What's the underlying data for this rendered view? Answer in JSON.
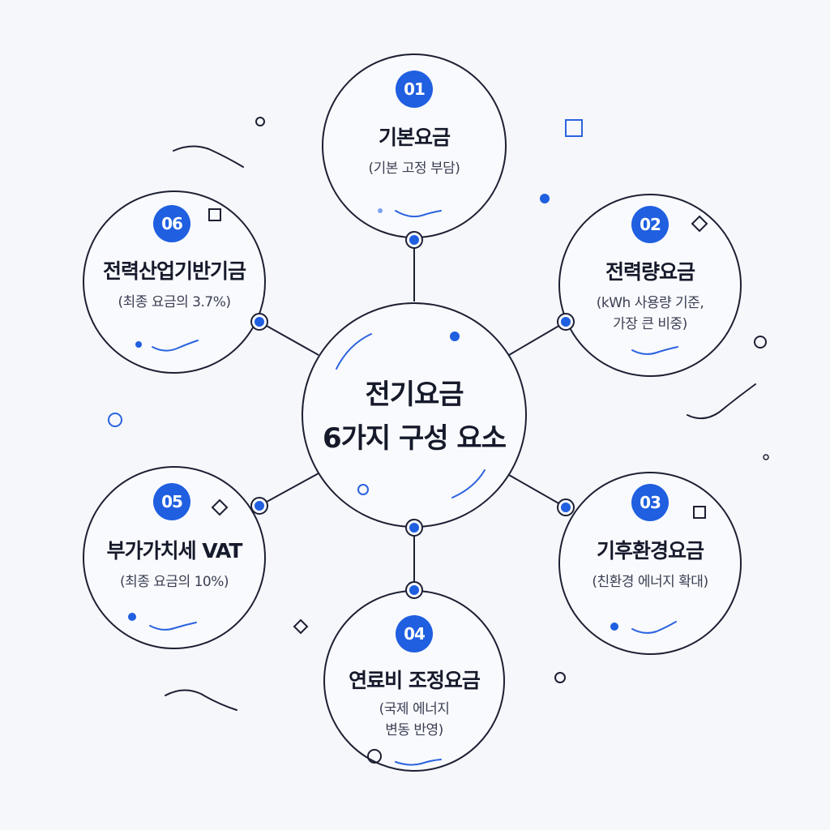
{
  "center": {
    "line1": "전기요금",
    "line2": "6가지 구성 요소"
  },
  "nodes": [
    {
      "num": "01",
      "title": "기본요금",
      "sub1": "(기본 고정 부담)",
      "sub2": ""
    },
    {
      "num": "02",
      "title": "전력량요금",
      "sub1": "(kWh 사용량 기준,",
      "sub2": "가장 큰 비중)"
    },
    {
      "num": "03",
      "title": "기후환경요금",
      "sub1": "(친환경 에너지 확대)",
      "sub2": ""
    },
    {
      "num": "04",
      "title": "연료비 조정요금",
      "sub1": "(국제 에너지",
      "sub2": "변동 반영)"
    },
    {
      "num": "05",
      "title": "부가가치세 VAT",
      "sub1": "(최종 요금의 10%)",
      "sub2": ""
    },
    {
      "num": "06",
      "title": "전력산업기반기금",
      "sub1": "(최종 요금의 3.7%)",
      "sub2": ""
    }
  ],
  "colors": {
    "accent": "#1f5fe0",
    "stroke": "#1c2033",
    "background": "#f6f7fb",
    "circle_fill": "#f9fafd"
  },
  "icons": [
    "small-circle-icon",
    "square-icon",
    "diamond-icon",
    "dot-icon",
    "wave-icon"
  ]
}
